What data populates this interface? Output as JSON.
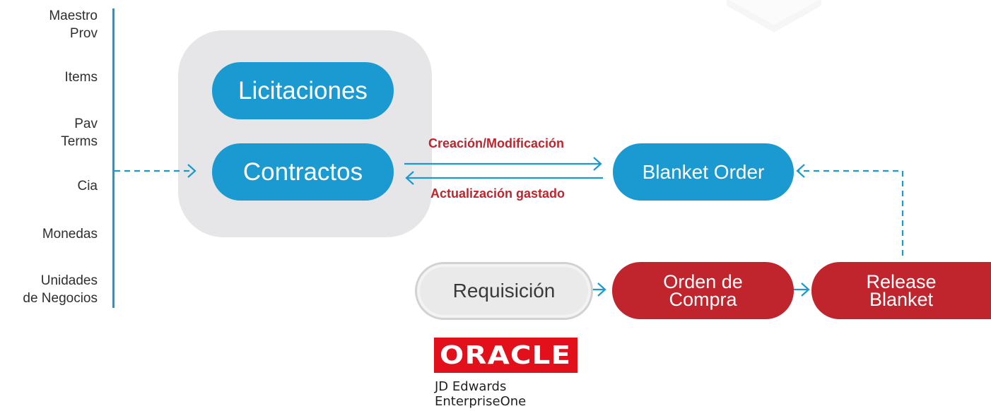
{
  "sidebar": {
    "items": [
      {
        "label": "Maestro\nProv"
      },
      {
        "label": "Items"
      },
      {
        "label": "Pav\nTerms"
      },
      {
        "label": "Cia"
      },
      {
        "label": "Monedas"
      },
      {
        "label": "Unidades\nde Negocios"
      }
    ]
  },
  "nodes": {
    "licitaciones": "Licitaciones",
    "contractos": "Contractos",
    "blanket_order": "Blanket Order",
    "requisicion": "Requisición",
    "orden_compra": "Orden de\nCompra",
    "release_blanket": "Release\nBlanket"
  },
  "edges": {
    "create_label": "Creación/Modificación",
    "update_label": "Actualización gastado"
  },
  "logo": {
    "brand": "ORACLE",
    "line1": "JD Edwards",
    "line2": "EnterpriseOne"
  },
  "colors": {
    "blue": "#1b9ad2",
    "red": "#c0242d",
    "grey_group": "#e6e6e8",
    "oracle_red": "#e2101b"
  }
}
